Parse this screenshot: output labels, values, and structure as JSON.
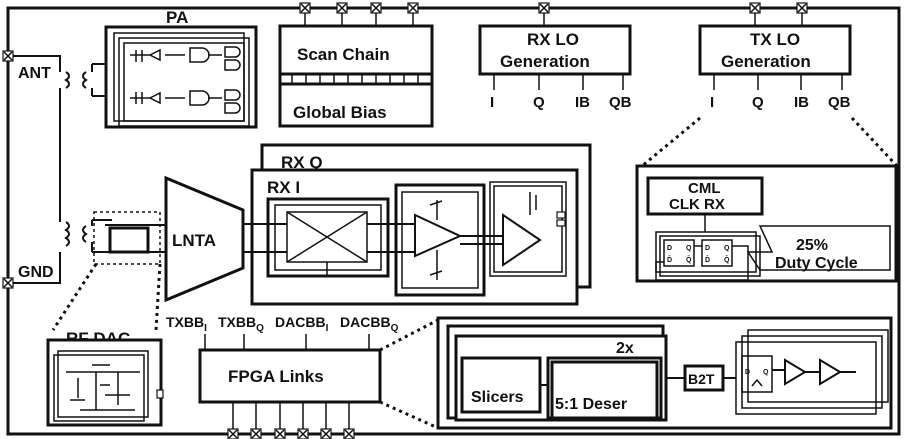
{
  "blocks": {
    "pa": "PA",
    "scan_chain": "Scan Chain",
    "global_bias": "Global Bias",
    "rx_lo_line1": "RX LO",
    "rx_lo_line2": "Generation",
    "tx_lo_line1": "TX LO",
    "tx_lo_line2": "Generation",
    "rx_q": "RX Q",
    "rx_i": "RX I",
    "lnta": "LNTA",
    "rf_dac": "RF DAC",
    "fpga_links": "FPGA Links",
    "cml_line1": "CML",
    "cml_line2": "CLK RX",
    "duty_line1": "25%",
    "duty_line2": "Duty Cycle",
    "slicers": "Slicers",
    "deser": "5:1 Deser",
    "two_x": "2x",
    "b2t": "B2T"
  },
  "ports": {
    "ant": "ANT",
    "gnd": "GND",
    "rx_lo": [
      "I",
      "Q",
      "IB",
      "QB"
    ],
    "tx_lo": [
      "I",
      "Q",
      "IB",
      "QB"
    ]
  },
  "fpga_inputs": [
    {
      "base": "TXBB",
      "sub": "I"
    },
    {
      "base": "TXBB",
      "sub": "Q"
    },
    {
      "base": "DACBB",
      "sub": "I"
    },
    {
      "base": "DACBB",
      "sub": "Q"
    }
  ],
  "flipflop": {
    "d": "D",
    "q": "Q",
    "db": "D̄",
    "qb": "Q̄"
  }
}
